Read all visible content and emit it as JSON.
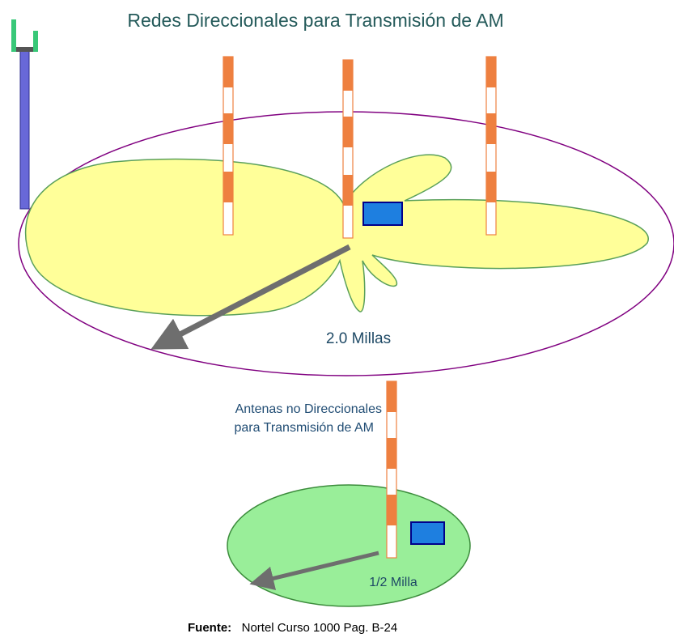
{
  "title": "Redes Direccionales para Transmisión de AM",
  "directional": {
    "radius_label": "2.0 Millas"
  },
  "non_directional": {
    "caption_line1": "Antenas no Direccionales",
    "caption_line2": "para Transmisión de AM",
    "radius_label": "1/2  Milla"
  },
  "source": {
    "key": "Fuente:",
    "value": "Nortel Curso 1000  Pag.  B-24"
  },
  "icons": [
    "tower-icon",
    "transmitter-building-icon",
    "coverage-arrow-icon"
  ],
  "colors": {
    "directional_fill": "#ffff99",
    "directional_outline": "#5aa05a",
    "boundary": "#800080",
    "non_directional_fill": "#99ee99",
    "tower_red": "#ee8040",
    "building": "#1e7fe0",
    "arrow": "#6e6e6e",
    "pole": "#6868d8",
    "pole_top": "#38c878"
  }
}
